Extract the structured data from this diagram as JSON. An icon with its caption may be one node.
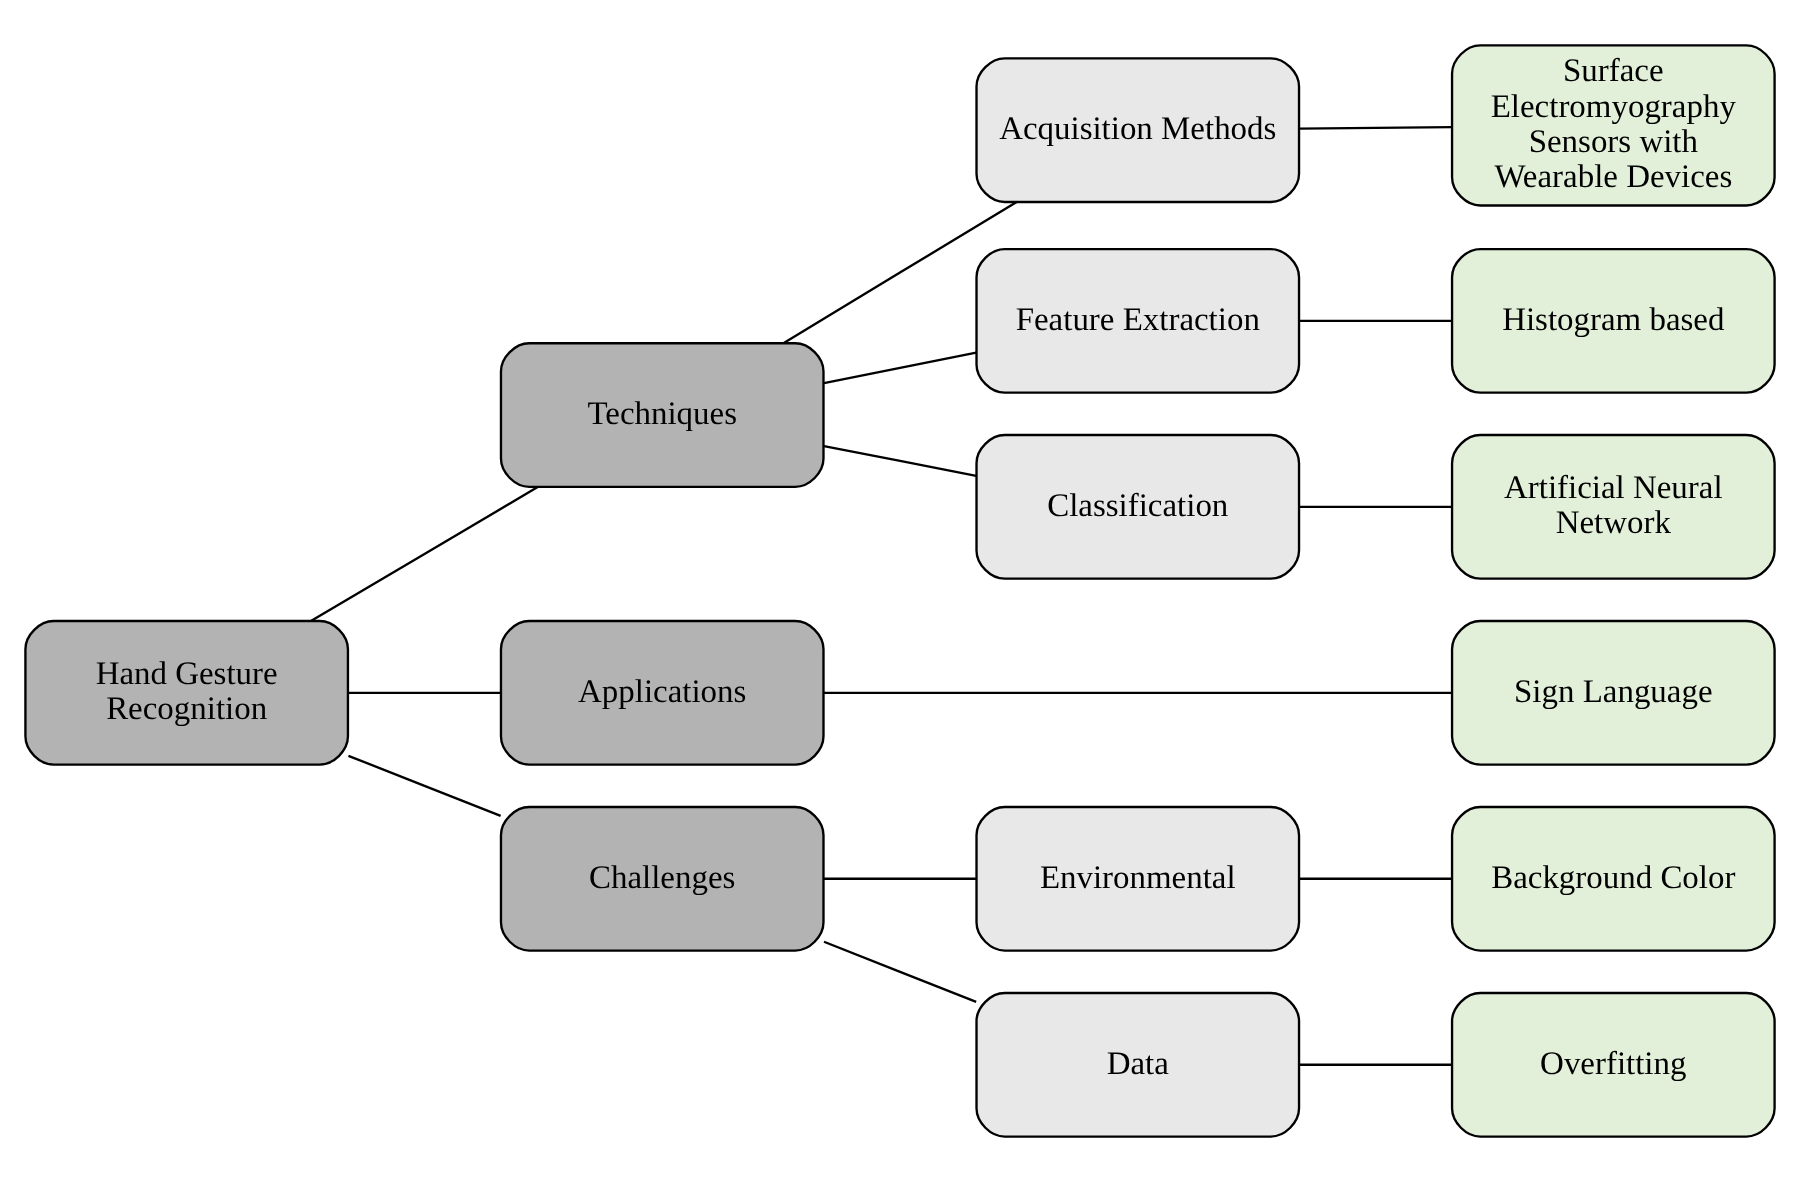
{
  "diagram": {
    "nodes": [
      {
        "text": [
          "Hand Gesture Recognition"
        ]
      },
      {
        "text": [
          "Techniques"
        ]
      },
      {
        "text": [
          "Applications"
        ]
      },
      {
        "text": [
          "Challenges"
        ]
      },
      {
        "text": [
          "Acquisition Methods"
        ]
      },
      {
        "text": [
          "Feature Extraction"
        ]
      },
      {
        "text": [
          "Classification"
        ]
      },
      {
        "text": [
          "Environmental"
        ]
      },
      {
        "text": [
          "Data"
        ]
      },
      {
        "text": [
          "Surface Electromyography Sensors with Wearable Devices"
        ]
      },
      {
        "text": [
          "Histogram based"
        ]
      },
      {
        "text": [
          "Artificial Neural Network"
        ]
      },
      {
        "text": [
          "Sign Language"
        ]
      },
      {
        "text": [
          "Background Color"
        ]
      },
      {
        "text": [
          "Overfitting"
        ]
      }
    ],
    "edges": [
      {
        "from": 0,
        "to": 1,
        "arrow": "none"
      },
      {
        "from": 0,
        "to": 2,
        "arrow": "none"
      },
      {
        "from": 0,
        "to": 3,
        "arrow": "none"
      },
      {
        "from": 1,
        "to": 4,
        "arrow": "none"
      },
      {
        "from": 1,
        "to": 5,
        "arrow": "none"
      },
      {
        "from": 1,
        "to": 6,
        "arrow": "none"
      },
      {
        "from": 4,
        "to": 9,
        "arrow": "none"
      },
      {
        "from": 5,
        "to": 10,
        "arrow": "none"
      },
      {
        "from": 6,
        "to": 11,
        "arrow": "none"
      },
      {
        "from": 2,
        "to": 12,
        "arrow": "none"
      },
      {
        "from": 3,
        "to": 7,
        "arrow": "none"
      },
      {
        "from": 3,
        "to": 8,
        "arrow": "none"
      },
      {
        "from": 7,
        "to": 13,
        "arrow": "none"
      },
      {
        "from": 8,
        "to": 14,
        "arrow": "none"
      }
    ]
  }
}
